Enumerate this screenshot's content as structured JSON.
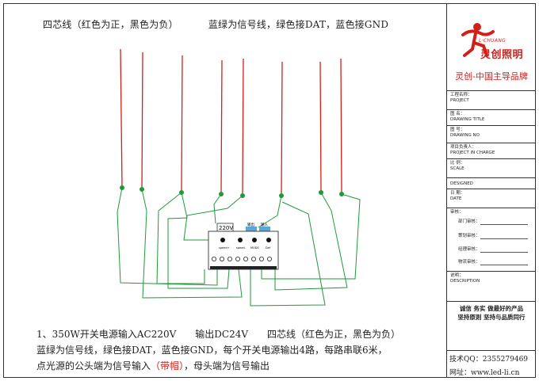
{
  "header": {
    "note_left": "四芯线（红色为正，黑色为负）",
    "note_right": "蓝绿为信号线，绿色接DAT，蓝色接GND"
  },
  "controller": {
    "voltage_label": "220V",
    "output_label_1": "输出",
    "output_label_2": "输入",
    "btn_labels": [
      "speed+",
      "speed-",
      "MODE",
      "Def"
    ]
  },
  "notes": {
    "line1": "1、350W开关电源输入AC220V　　输出DC24V　　四芯线（红色为正，黑色为负）",
    "line2": "蓝绿为信号线，绿色接DAT，蓝色接GND，每个开关电源输出4路，每路串联6米，",
    "line3_a": "点光源的公头端为信号输入",
    "line3_red": "（带帽）",
    "line3_b": "，母头端为信号输出"
  },
  "titleblock": {
    "brand_en": "L·CHUANG",
    "brand_cn": "灵创照明",
    "slogan": "灵创-中国主导品牌",
    "fields": [
      {
        "cn": "工程名称：",
        "en": "PROJECT"
      },
      {
        "cn": "图  名：",
        "en": "DRAWING TITLE"
      },
      {
        "cn": "图  号：",
        "en": "DRAWING NO"
      },
      {
        "cn": "项目负责人：",
        "en": "PROJECT IN CHARGE"
      },
      {
        "cn": "比  例：",
        "en": "SCALE"
      },
      {
        "cn": "",
        "en": "DESIGNED"
      },
      {
        "cn": "日  期：",
        "en": "DATE"
      }
    ],
    "review_label": "审核：",
    "review_items": [
      "部门审核：",
      "策划审核：",
      "经理审核：",
      "物流审核："
    ],
    "explain_cn": "说明：",
    "explain_en": "DESCRIPTION",
    "promo_1": "诚信  务实  做最好的产品",
    "promo_2": "坚持原则  坚持与品质同行",
    "tel": "技术QQ：2355279469",
    "web": "网址：www.led-li.cn"
  },
  "colors": {
    "red_wire": "#d0201a",
    "green_wire": "#1f9a3a",
    "brand_red": "#d0201a"
  },
  "icons": {
    "logo": "running-person-logo"
  }
}
